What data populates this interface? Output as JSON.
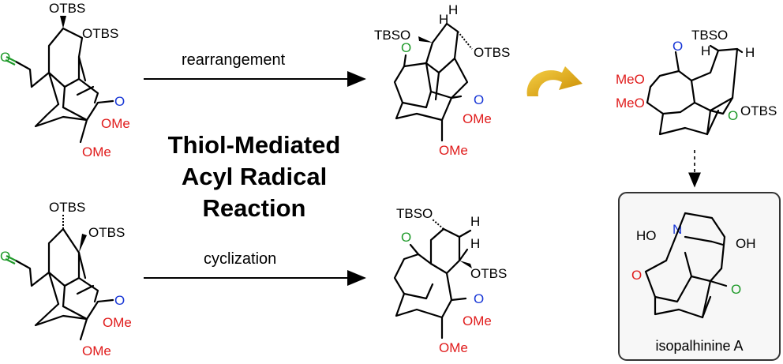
{
  "title": {
    "line1": "Thiol-Mediated",
    "line2": "Acyl Radical",
    "line3": "Reaction"
  },
  "arrows": {
    "top_label": "rearrangement",
    "bottom_label": "cyclization"
  },
  "groups": {
    "otbs": "OTBS",
    "tbso": "TBSO",
    "ome": "OMe",
    "meo": "MeO",
    "o": "O",
    "h": "H",
    "n": "N",
    "ho": "HO",
    "oh": "OH"
  },
  "product": {
    "name": "isopalhinine A"
  },
  "colors": {
    "red": "#e01b1b",
    "blue": "#1736d6",
    "green": "#1f9a2a",
    "gold": "#e0a800"
  }
}
